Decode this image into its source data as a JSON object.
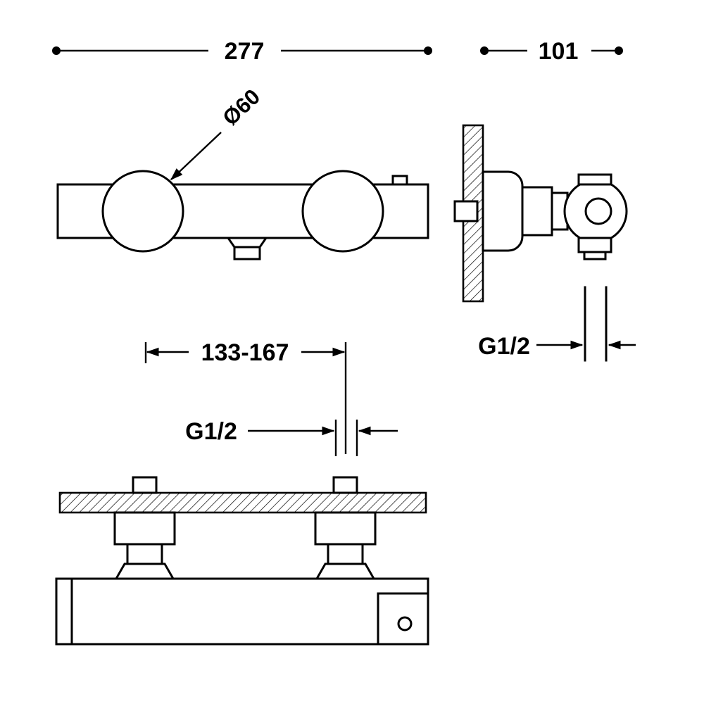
{
  "colors": {
    "line": "#000000",
    "background": "#ffffff"
  },
  "drawing": {
    "labels": {
      "overall_width": "277",
      "overall_depth": "101",
      "handle_diameter": "Ø60",
      "inlet_spacing": "133-167",
      "side_thread": "G1/2",
      "bottom_thread": "G1/2"
    }
  }
}
